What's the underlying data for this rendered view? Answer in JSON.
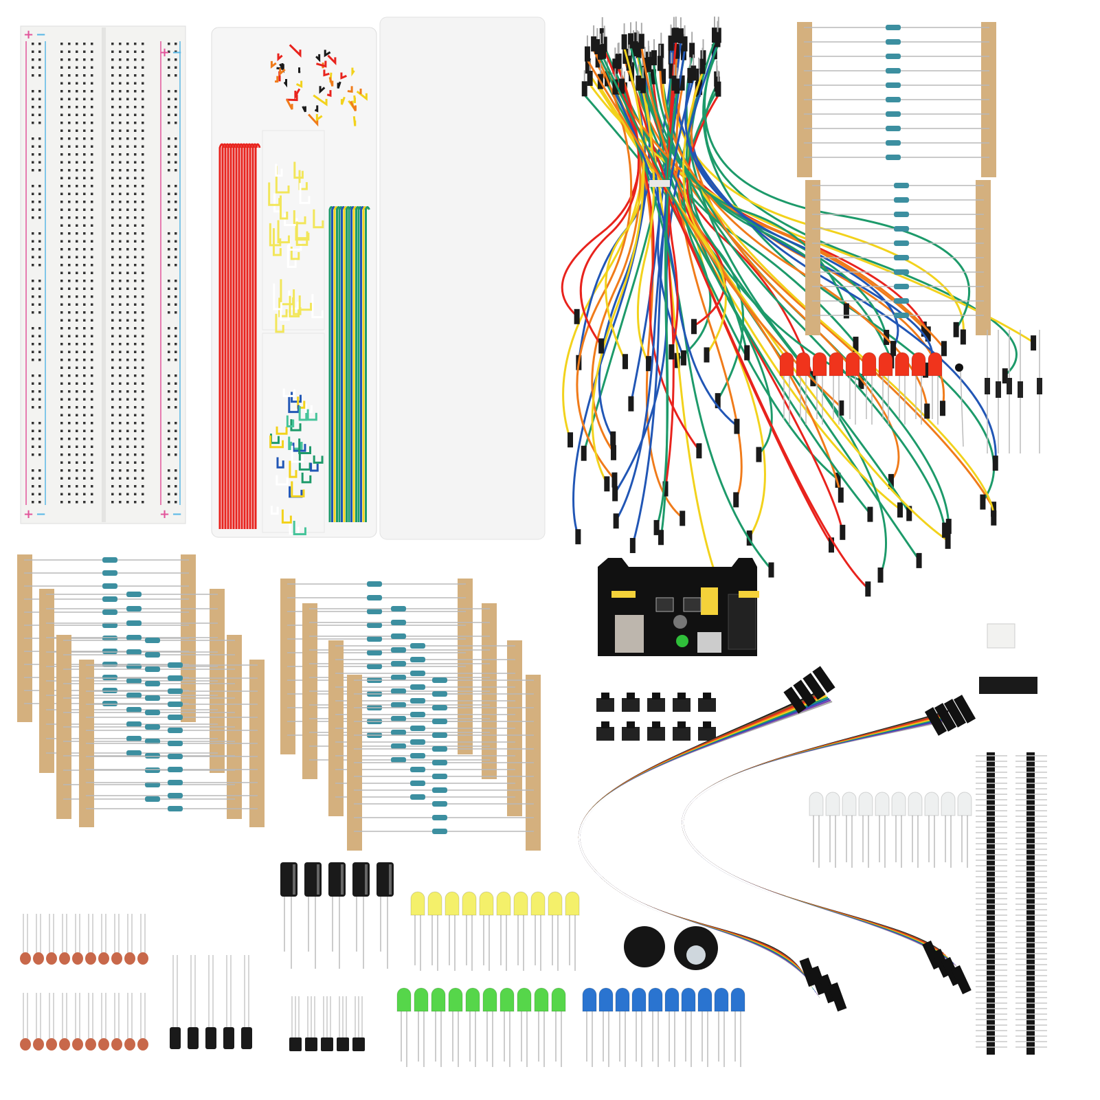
{
  "breadboard": {
    "plus_label": "+",
    "minus_label": "−",
    "rail_plus_color": "#e2559b",
    "rail_minus_color": "#5bb8e6",
    "body_color": "#f3f3f1"
  },
  "components": {
    "red_leds": {
      "count": 10,
      "color": "#f0341c"
    },
    "yellow_leds": {
      "count": 10,
      "color": "#f4f06a"
    },
    "green_leds": {
      "count": 10,
      "color": "#56d64a"
    },
    "blue_leds": {
      "count": 10,
      "color": "#2a74d0"
    },
    "clear_leds": {
      "count": 10,
      "color": "#eef0f0"
    },
    "push_buttons": {
      "count": 10
    },
    "diodes": {
      "count": 5
    },
    "electrolytic_capacitors": {
      "count": 5
    },
    "small_capacitors": {
      "count": 5
    },
    "transistors": {
      "count": 5
    },
    "ceramic_capacitors": {
      "count": 20,
      "color": "#c8684a"
    },
    "buzzers": {
      "count": 2
    },
    "pin_headers": {
      "count": 2
    },
    "resistor_tape_color": "#d4b07e",
    "resistor_body_color": "#3c8fa0",
    "jumper_wire_colors": [
      "#e8231d",
      "#f07b1a",
      "#f2d21c",
      "#1d9a6a",
      "#2156b5",
      "#1a1a1a",
      "#ffffff"
    ],
    "power_module_color": "#111111",
    "header_pin_color": "#f4d23a"
  }
}
